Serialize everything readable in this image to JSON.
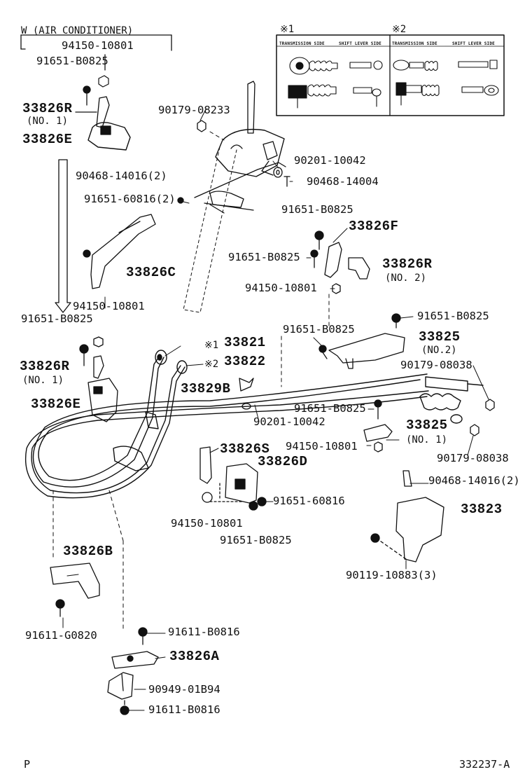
{
  "diagram": {
    "header_note": "W (AIR CONDITIONER)",
    "corner_left": "P",
    "corner_right": "332237-A",
    "inset": {
      "note1": "※1",
      "note2": "※2",
      "col_transmission": "TRANSMISSION SIDE",
      "col_shift_lever": "SHIFT LEVER SIDE"
    },
    "labels": {
      "l_94150_top": "94150-10801",
      "l_91651_a": "91651-B0825",
      "l_33826R_a": "33826R",
      "l_no1_a": "(NO. 1)",
      "l_33826E_a": "33826E",
      "l_90179_top": "90179-08233",
      "l_90201_top": "90201-10042",
      "l_90468_14004": "90468-14004",
      "l_90468_14016_2": "90468-14016(2)",
      "l_91651_60816_2": "91651-60816(2)",
      "l_91651_b": "91651-B0825",
      "l_33826F": "33826F",
      "l_33826C": "33826C",
      "l_91651_c": "91651-B0825",
      "l_33826R_b": "33826R",
      "l_no2_a": "(NO. 2)",
      "l_94150_mid": "94150-10801",
      "l_94150_left": "94150-10801",
      "l_91651_d": "91651-B0825",
      "l_91651_e": "91651-B0825",
      "l_91651_f": "91651-B0825",
      "l_33825_a": "33825",
      "l_no2_b": "(NO.2)",
      "l_33821": "33821",
      "l_33822": "33822",
      "l_star1": "※1",
      "l_star2": "※2",
      "l_33826R_c": "33826R",
      "l_no1_b": "(NO. 1)",
      "l_90179_08038_a": "90179-08038",
      "l_33829B": "33829B",
      "l_33826E_b": "33826E",
      "l_91651_g": "91651-B0825",
      "l_90201_mid": "90201-10042",
      "l_33825_b": "33825",
      "l_no1_c": "(NO. 1)",
      "l_33826S": "33826S",
      "l_94150_low": "94150-10801",
      "l_33826D": "33826D",
      "l_90179_08038_b": "90179-08038",
      "l_90468_14016_2b": "90468-14016(2)",
      "l_91651_60816": "91651-60816",
      "l_33823": "33823",
      "l_94150_bot": "94150-10801",
      "l_91651_h": "91651-B0825",
      "l_33826B": "33826B",
      "l_90119": "90119-10883(3)",
      "l_91611_g": "91611-G0820",
      "l_91611_b1": "91611-B0816",
      "l_33826A": "33826A",
      "l_90949": "90949-01B94",
      "l_91611_b2": "91611-B0816"
    }
  }
}
